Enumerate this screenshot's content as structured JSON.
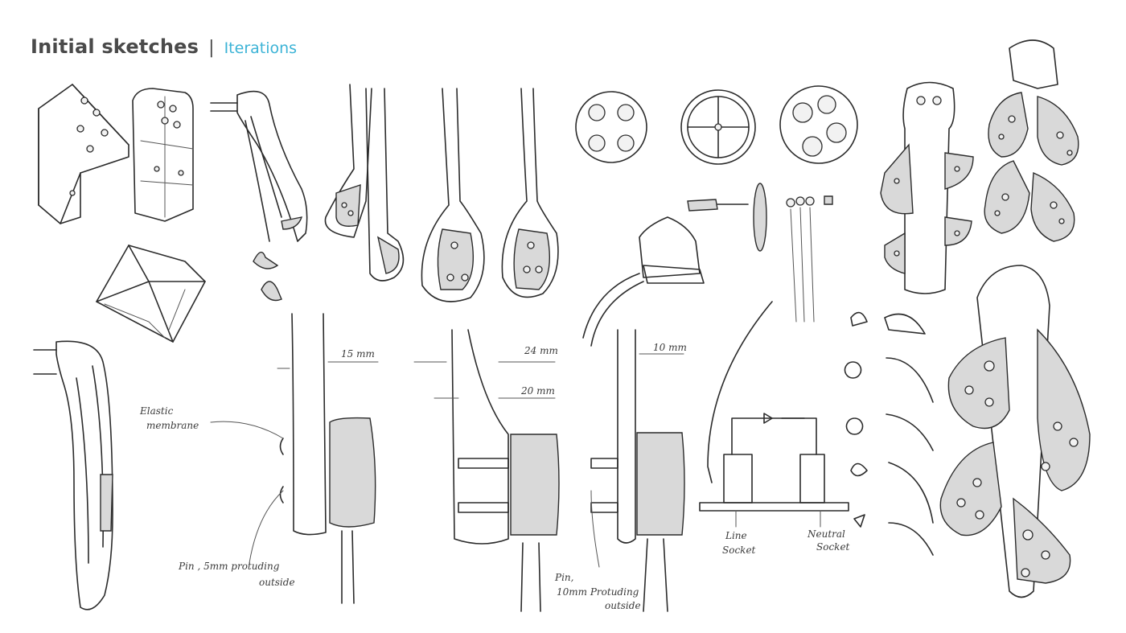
{
  "header": {
    "title": "Initial sketches",
    "separator": "|",
    "subtitle": "Iterations"
  },
  "annotations": {
    "elastic_membrane": [
      "Elastic",
      "membrane"
    ],
    "pin_5mm": [
      "Pin , 5mm protuding",
      "outside"
    ],
    "dim_15mm": "15 mm",
    "dim_24mm": "24 mm",
    "dim_20mm": "20 mm",
    "dim_10mm": "10 mm",
    "pin_10mm": [
      "Pin,",
      "10mm Protuding",
      "outside"
    ],
    "line_socket": [
      "Line",
      "Socket"
    ],
    "neutral_socket": [
      "Neutral",
      "Socket"
    ]
  },
  "colors": {
    "title": "#4a4a4a",
    "subtitle": "#3bb3d6",
    "ink": "#2b2b2b",
    "background": "#ffffff"
  }
}
